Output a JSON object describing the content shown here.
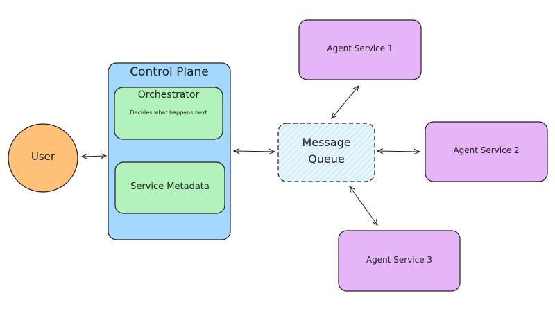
{
  "user": {
    "label": "User"
  },
  "control_plane": {
    "title": "Control Plane",
    "orchestrator": {
      "title": "Orchestrator",
      "description": "Decides what happens next"
    },
    "service_metadata": {
      "label": "Service Metadata"
    }
  },
  "message_queue": {
    "label_line1": "Message",
    "label_line2": "Queue"
  },
  "agent_services": [
    {
      "label": "Agent Service 1"
    },
    {
      "label": "Agent Service 2"
    },
    {
      "label": "Agent Service 3"
    }
  ],
  "colors": {
    "user_fill": "#ffc078",
    "control_plane_fill": "#a5d8ff",
    "inner_box_fill": "#b2f2bb",
    "queue_fill": "#e7f5ff",
    "agent_fill": "#e5b5f8",
    "stroke": "#1e1e1e"
  }
}
